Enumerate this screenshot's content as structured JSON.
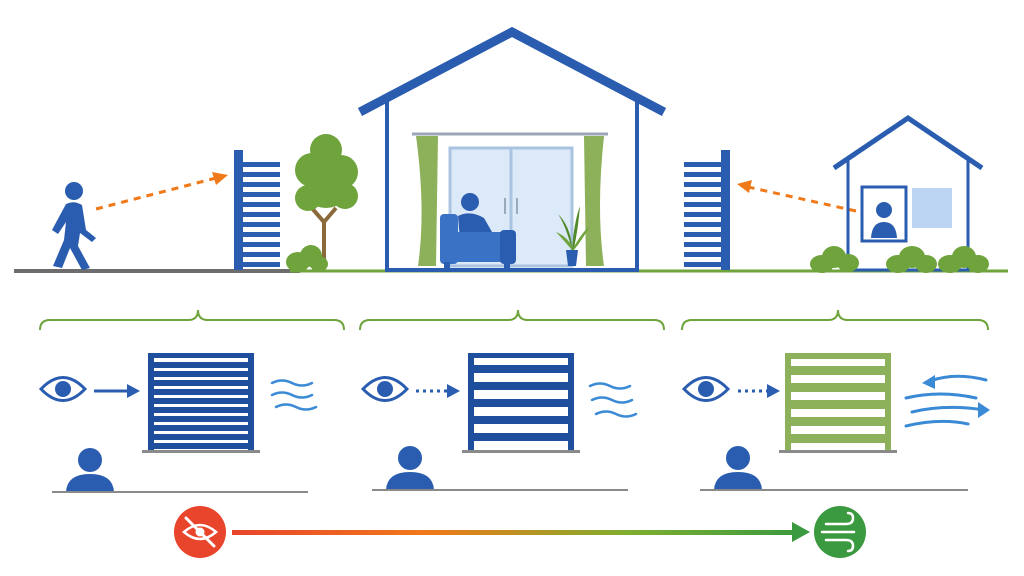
{
  "colors": {
    "blue": "#2a5db0",
    "blue_dark": "#1f4e9c",
    "blue_light": "#d6e6f7",
    "green": "#6fa33c",
    "green_dark": "#4f8a2b",
    "orange": "#f07a1a",
    "red": "#e8452c",
    "gray": "#6d6d6d",
    "window": "#dbe9f8"
  },
  "scene": {
    "ground": [
      "ground-road",
      "ground-grass"
    ],
    "walker": {
      "icon": "walking-person-icon",
      "gaze": "arrow-to-fence"
    },
    "neighbor": {
      "icon": "person-in-window-icon",
      "gaze": "arrow-to-fence"
    },
    "main_house": {
      "occupant": "person-in-armchair-icon",
      "features": [
        "sliding-window",
        "curtains",
        "potted-plant"
      ]
    }
  },
  "panels": [
    {
      "id": "dense",
      "eye": "eye-icon",
      "arrow": "solid",
      "slats": 10,
      "fence_color": "blue",
      "wind": "light"
    },
    {
      "id": "medium",
      "eye": "eye-icon",
      "arrow": "dotted",
      "slats": 5,
      "fence_color": "blue",
      "wind": "light"
    },
    {
      "id": "open",
      "eye": "eye-icon",
      "arrow": "dotted",
      "slats": 5,
      "fence_color": "green",
      "wind": "strong"
    }
  ],
  "scale": {
    "start_icon": "eye-slash-icon",
    "end_icon": "wind-icon",
    "gradient": [
      "#e8452c",
      "#f07a1a",
      "#7fae2f",
      "#3b9a3f"
    ]
  }
}
